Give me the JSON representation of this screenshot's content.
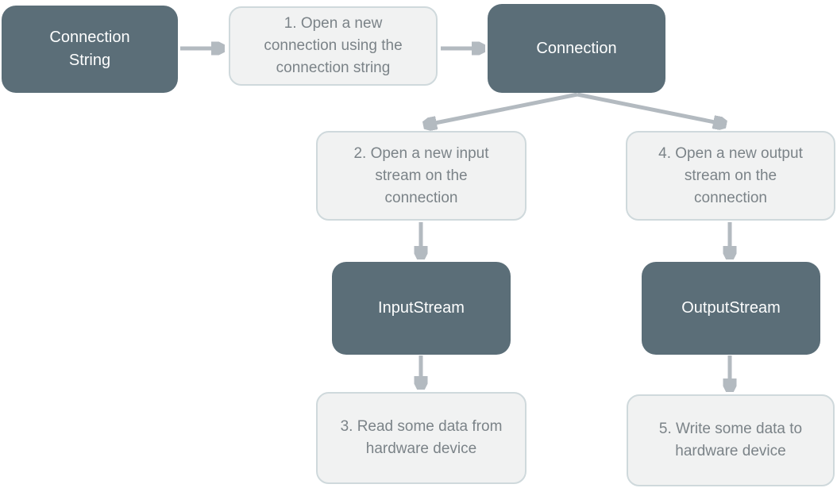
{
  "diagram": {
    "title": "Connection / stream workflow flowchart",
    "colors": {
      "node_dark_fill": "#5b6e78",
      "node_dark_text": "#fdfefe",
      "node_light_fill": "#f1f2f2",
      "node_light_border": "#cfd9dc",
      "node_light_text": "#7b8388",
      "arrow": "#b3bac0",
      "background": "#ffffff"
    },
    "nodes": [
      {
        "id": "connection-string",
        "type": "entity",
        "label": "Connection\nString"
      },
      {
        "id": "step-1",
        "type": "step",
        "label": "1. Open a new\nconnection using the\nconnection string"
      },
      {
        "id": "connection",
        "type": "entity",
        "label": "Connection"
      },
      {
        "id": "step-2",
        "type": "step",
        "label": "2. Open a new input\nstream on the\nconnection"
      },
      {
        "id": "step-4",
        "type": "step",
        "label": "4. Open a new output\nstream on the\nconnection"
      },
      {
        "id": "input-stream",
        "type": "entity",
        "label": "InputStream"
      },
      {
        "id": "step-3",
        "type": "step",
        "label": "3. Read some data from\nhardware device"
      },
      {
        "id": "output-stream",
        "type": "entity",
        "label": "OutputStream"
      },
      {
        "id": "step-5",
        "type": "step",
        "label": "5. Write some data to\nhardware device"
      }
    ],
    "edges": [
      {
        "from": "connection-string",
        "to": "step-1"
      },
      {
        "from": "step-1",
        "to": "connection"
      },
      {
        "from": "connection",
        "to": "step-2"
      },
      {
        "from": "connection",
        "to": "step-4"
      },
      {
        "from": "step-2",
        "to": "input-stream"
      },
      {
        "from": "input-stream",
        "to": "step-3"
      },
      {
        "from": "step-4",
        "to": "output-stream"
      },
      {
        "from": "output-stream",
        "to": "step-5"
      }
    ]
  }
}
